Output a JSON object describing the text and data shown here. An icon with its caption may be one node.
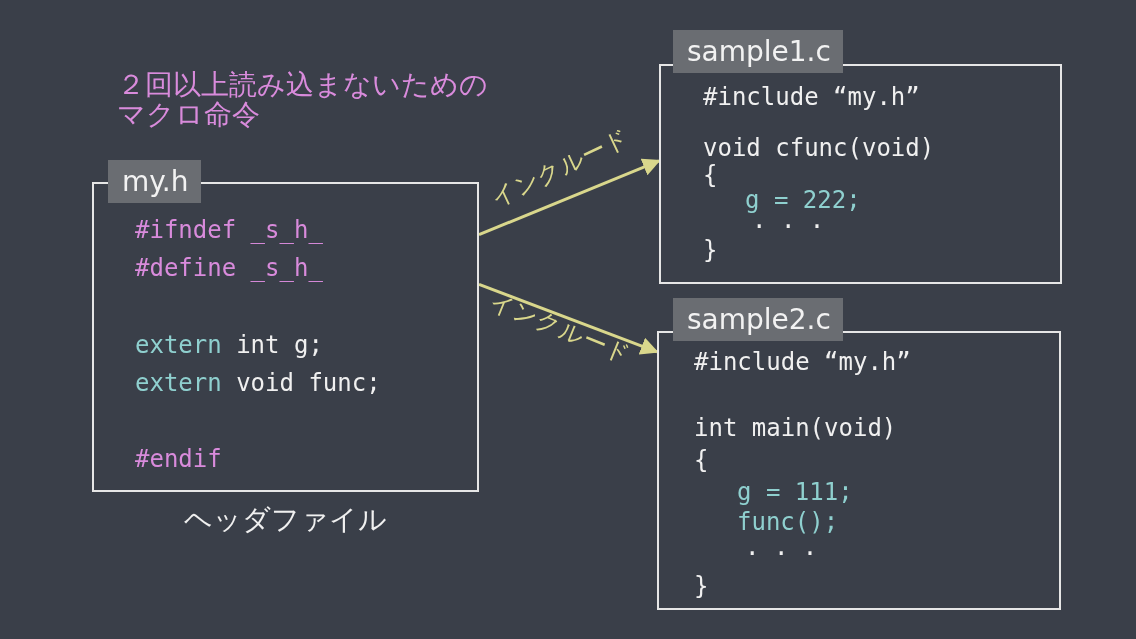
{
  "diagram": {
    "nodes": [
      {
        "text": [
          "my.h",
          "#ifndef _s_h_",
          "#define _s_h_",
          "extern int g;",
          "extern void func;",
          "#endif"
        ],
        "beside": [
          "ヘッダファイル"
        ]
      },
      {
        "text": [
          "sample1.c",
          "#include “my.h”",
          "void cfunc(void)",
          "{",
          "g = 222;",
          ". . .",
          "}"
        ]
      },
      {
        "text": [
          "sample2.c",
          "#include “my.h”",
          "int main(void)",
          "{",
          "g = 111;",
          "func();",
          ". . .",
          "}"
        ]
      }
    ],
    "edges": [
      {
        "from": 0,
        "to": 1,
        "arrow": "to",
        "label": "インクルード"
      },
      {
        "from": 0,
        "to": 2,
        "arrow": "to",
        "label": "インクルード"
      }
    ],
    "labels": [
      "２回以上読み込まないためのマクロ命令"
    ]
  }
}
